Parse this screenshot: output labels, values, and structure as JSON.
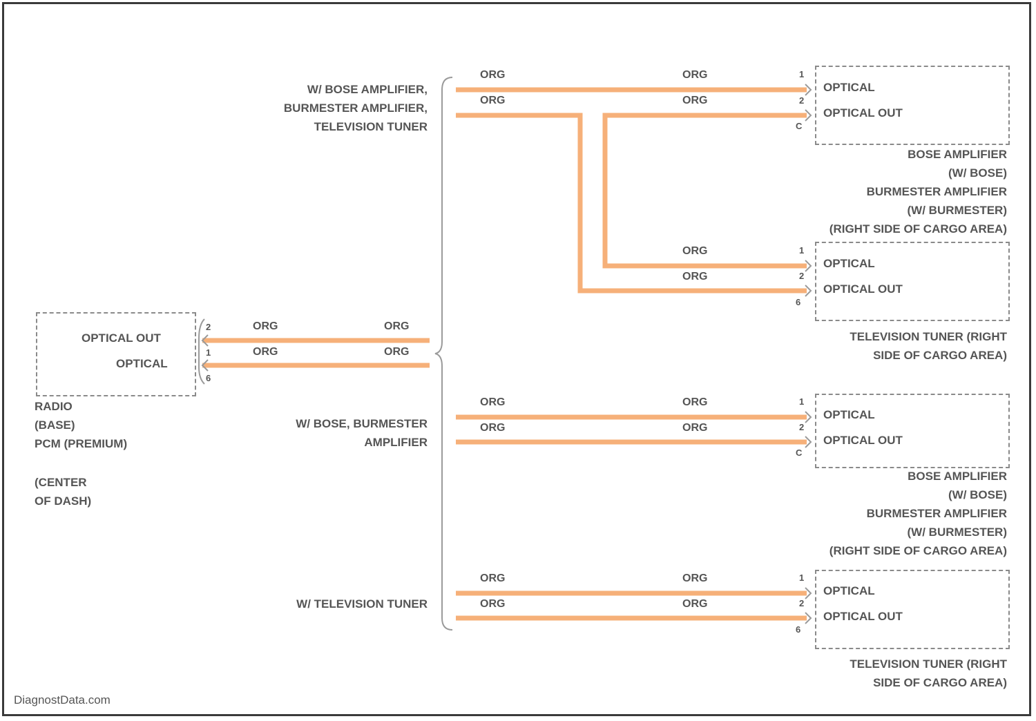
{
  "wire_color": "ORG",
  "wire_hex": "#f6b079",
  "radio": {
    "terminals": [
      "OPTICAL OUT",
      "OPTICAL"
    ],
    "pins": [
      "2",
      "1",
      "6"
    ],
    "name_lines": [
      "RADIO",
      "(BASE)",
      "PCM (PREMIUM)"
    ],
    "location_lines": [
      "(CENTER",
      "OF DASH)"
    ]
  },
  "branches": {
    "top_lines": [
      "W/ BOSE AMPLIFIER,",
      "BURMESTER AMPLIFIER,",
      "TELEVISION TUNER"
    ],
    "mid_lines": [
      "W/ BOSE, BURMESTER",
      "AMPLIFIER"
    ],
    "bottom_lines": [
      "W/ TELEVISION TUNER"
    ]
  },
  "devices": [
    {
      "terminals": [
        "OPTICAL",
        "OPTICAL OUT"
      ],
      "pins": [
        "1",
        "2",
        "C"
      ],
      "label_lines": [
        "BOSE AMPLIFIER",
        "(W/ BOSE)",
        "BURMESTER AMPLIFIER",
        "(W/ BURMESTER)",
        "(RIGHT SIDE OF CARGO AREA)"
      ]
    },
    {
      "terminals": [
        "OPTICAL",
        "OPTICAL OUT"
      ],
      "pins": [
        "1",
        "2",
        "6"
      ],
      "label_lines": [
        "TELEVISION TUNER (RIGHT",
        "SIDE OF CARGO AREA)"
      ]
    },
    {
      "terminals": [
        "OPTICAL",
        "OPTICAL OUT"
      ],
      "pins": [
        "1",
        "2",
        "C"
      ],
      "label_lines": [
        "BOSE AMPLIFIER",
        "(W/ BOSE)",
        "BURMESTER AMPLIFIER",
        "(W/ BURMESTER)",
        "(RIGHT SIDE OF CARGO AREA)"
      ]
    },
    {
      "terminals": [
        "OPTICAL",
        "OPTICAL OUT"
      ],
      "pins": [
        "1",
        "2",
        "6"
      ],
      "label_lines": [
        "TELEVISION TUNER (RIGHT",
        "SIDE OF CARGO AREA)"
      ]
    }
  ],
  "watermark": "DiagnostData.com"
}
